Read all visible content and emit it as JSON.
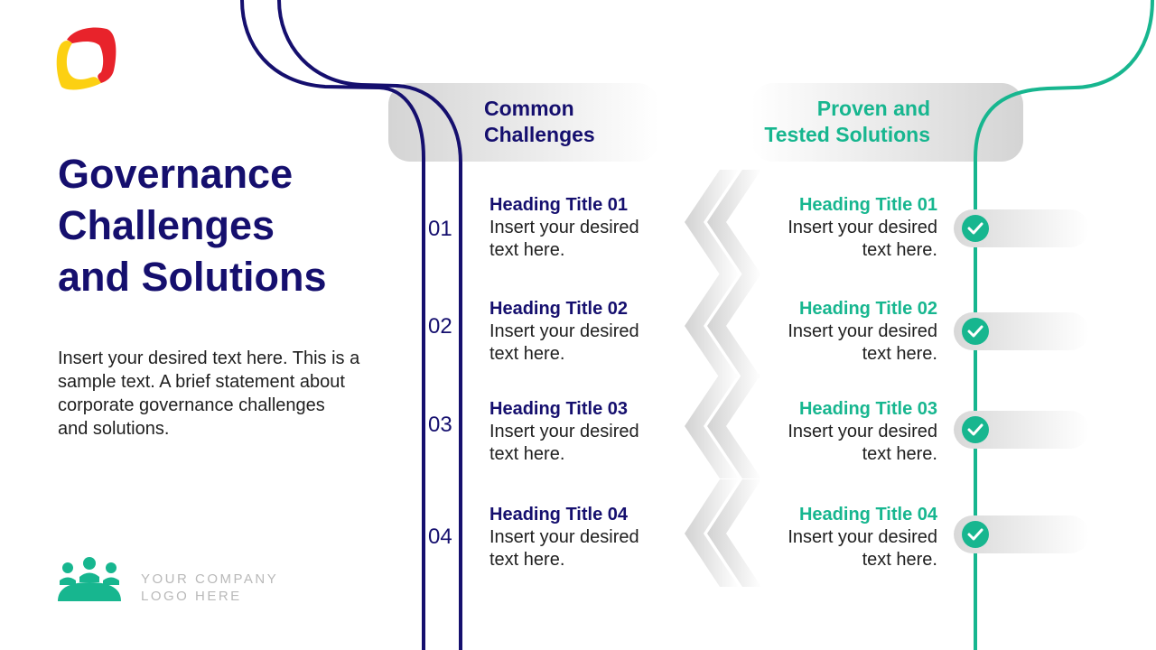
{
  "slide": {
    "title_lines": [
      "Governance",
      "Challenges",
      "and Solutions"
    ],
    "description_lines": [
      "Insert your desired text here. This is a",
      "sample text. A brief statement about",
      "corporate governance challenges",
      "and solutions."
    ],
    "company_logo_lines": [
      "YOUR COMPANY",
      "LOGO HERE"
    ],
    "left_header_lines": [
      "Common",
      "Challenges"
    ],
    "right_header_lines": [
      "Proven and",
      "Tested Solutions"
    ],
    "challenges": [
      {
        "number": "01",
        "heading": "Heading Title 01",
        "body_lines": [
          "Insert your desired",
          "text here."
        ]
      },
      {
        "number": "02",
        "heading": "Heading Title 02",
        "body_lines": [
          "Insert your desired",
          "text here."
        ]
      },
      {
        "number": "03",
        "heading": "Heading Title 03",
        "body_lines": [
          "Insert your desired",
          "text here."
        ]
      },
      {
        "number": "04",
        "heading": "Heading Title 04",
        "body_lines": [
          "Insert your desired",
          "text here."
        ]
      }
    ],
    "solutions": [
      {
        "heading": "Heading Title 01",
        "body_lines": [
          "Insert your desired",
          "text here."
        ]
      },
      {
        "heading": "Heading Title 02",
        "body_lines": [
          "Insert your desired",
          "text here."
        ]
      },
      {
        "heading": "Heading Title 03",
        "body_lines": [
          "Insert your desired",
          "text here."
        ]
      },
      {
        "heading": "Heading Title 04",
        "body_lines": [
          "Insert your desired",
          "text here."
        ]
      }
    ]
  },
  "icons": {
    "logo": "speech-bubble-logo-icon",
    "team": "team-people-icon",
    "check": "check-circle-icon",
    "chevron": "chevron-left-icon"
  },
  "colors": {
    "navy": "#150f6e",
    "teal": "#17b68f",
    "logo_red": "#e8232b",
    "logo_yellow": "#fcd012",
    "text": "#1f1f1f",
    "muted": "#b9b9b9"
  }
}
